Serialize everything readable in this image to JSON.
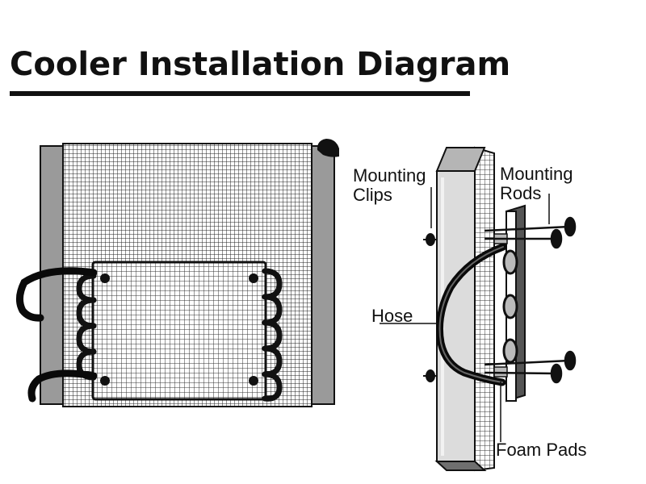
{
  "title": "Cooler Installation Diagram",
  "labels": {
    "mounting_clips": [
      "Mounting",
      "Clips"
    ],
    "mounting_rods": [
      "Mounting",
      "Rods"
    ],
    "hose": "Hose",
    "foam_pads": "Foam Pads"
  },
  "colors": {
    "ink": "#111111",
    "tank_gray": "#9a9a9a",
    "mesh_bg": "#ffffff",
    "hose": "#0a0a0a"
  }
}
